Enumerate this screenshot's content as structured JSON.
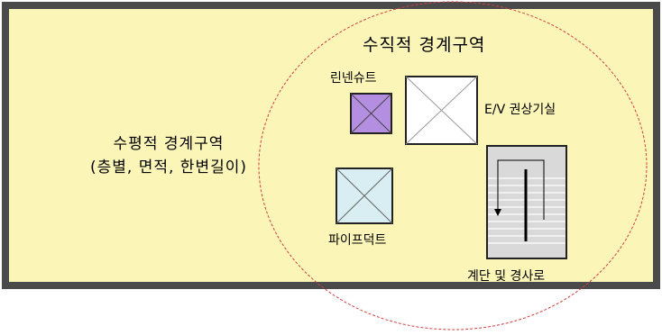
{
  "diagram": {
    "horizontal_zone": {
      "label_line1": "수평적 경계구역",
      "label_line2": "(층별, 면적, 한변길이)"
    },
    "vertical_zone": {
      "label": "수직적 경계구역"
    },
    "items": {
      "linen_chute": "린넨슈트",
      "elevator_shaft": "E/V 권상기실",
      "pipe_duct": "파이프덕트",
      "stairs_ramp": "계단 및 경사로"
    },
    "colors": {
      "zone_fill": "#fcf5b8",
      "zone_border": "#4a4a4a",
      "circle_dash": "#d04040",
      "linen_chute_fill": "#b48ee0",
      "elevator_fill": "#ffffff",
      "pipe_duct_fill": "#d8eef2",
      "stairs_fill": "#d9d9d9"
    }
  }
}
